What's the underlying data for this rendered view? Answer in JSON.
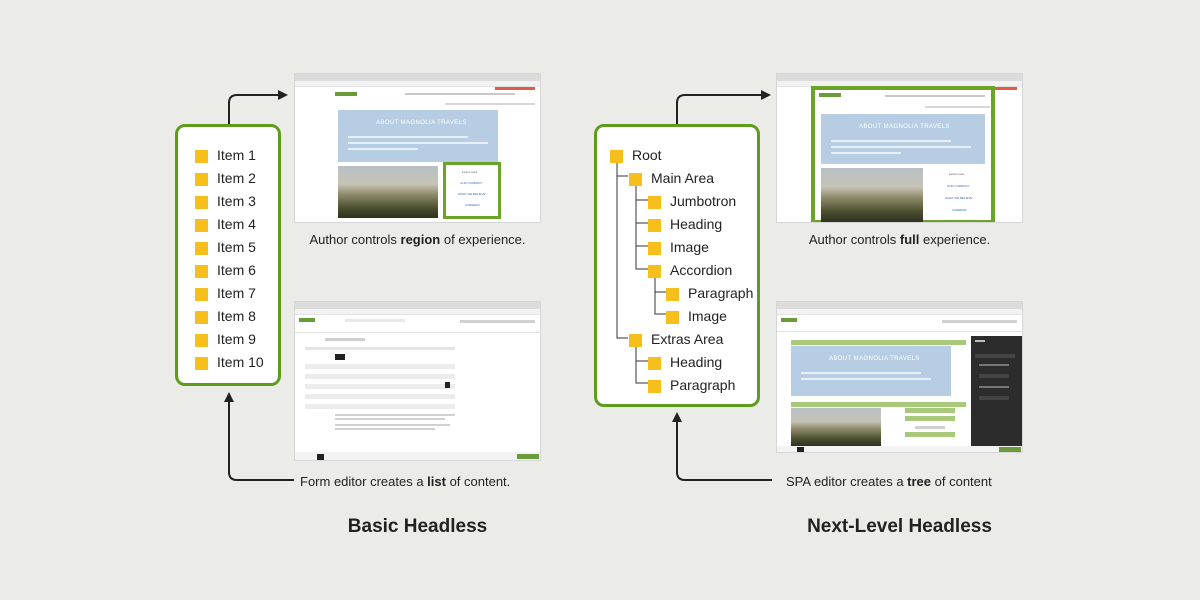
{
  "left": {
    "list_items": [
      "Item 1",
      "Item 2",
      "Item 3",
      "Item 4",
      "Item 5",
      "Item 6",
      "Item 7",
      "Item 8",
      "Item 9",
      "Item 10"
    ],
    "caption_top": {
      "pre": "Author controls ",
      "bold": "region",
      "post": " of experience."
    },
    "caption_bottom": {
      "pre": "Form editor creates a ",
      "bold": "list",
      "post": " of content."
    },
    "heading": "Basic Headless",
    "shot_top": {
      "hero_title": "ABOUT MAGNOLIA TRAVELS",
      "links": [
        "Learn more",
        "OUR COMPANY",
        "WHAT WE BELIEVE",
        "CAREERS"
      ]
    }
  },
  "right": {
    "tree": {
      "root": "Root",
      "main_area": "Main Area",
      "jumbotron": "Jumbotron",
      "heading_1": "Heading",
      "image_1": "Image",
      "accordion": "Accordion",
      "paragraph_1": "Paragraph",
      "image_2": "Image",
      "extras_area": "Extras Area",
      "heading_2": "Heading",
      "paragraph_2": "Paragraph"
    },
    "caption_top": {
      "pre": "Author controls ",
      "bold": "full",
      "post": " experience."
    },
    "caption_bottom": {
      "pre": "SPA editor creates a ",
      "bold": "tree",
      "post": " of content"
    },
    "heading": "Next-Level Headless",
    "shot_top": {
      "hero_title": "ABOUT MAGNOLIA TRAVELS",
      "links": [
        "Learn more",
        "OUR COMPANY",
        "WHAT WE BELIEVE",
        "CAREERS"
      ]
    },
    "shot_bottom": {
      "hero_title": "ABOUT MAGNOLIA TRAVELS"
    }
  },
  "colors": {
    "panel_border": "#5e9c1c",
    "bullet": "#f6bf1c",
    "background": "#ebebe8"
  }
}
